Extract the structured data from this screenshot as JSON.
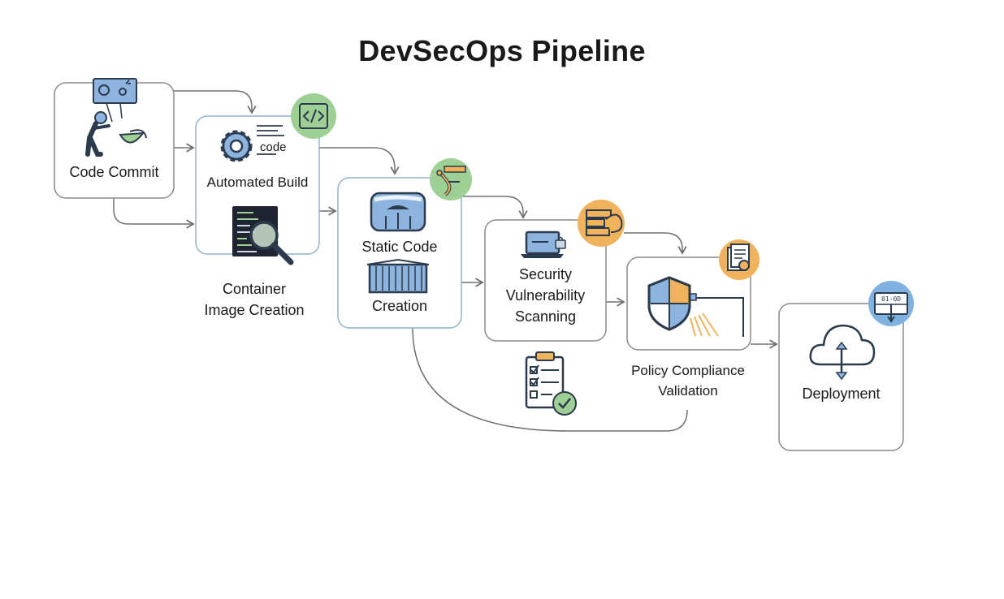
{
  "title": "DevSecOps Pipeline",
  "stages": {
    "code_commit": "Code Commit",
    "automated_build": "Automated Build",
    "container_image": [
      "Container",
      "Image Creation"
    ],
    "static_code": [
      "Static Code",
      "Creation"
    ],
    "security_scanning": [
      "Security",
      "Vulnerability",
      "Scanning"
    ],
    "policy_compliance": [
      "Policy Compliance",
      "Validation"
    ],
    "deployment": "Deployment"
  },
  "icon_text": {
    "code": "code",
    "deploy_badge": "01-0D"
  },
  "colors": {
    "box_border": "#8a8a8a",
    "active_border": "#8fb2d1",
    "icon_blue": "#8cb4de",
    "icon_dark": "#2b3a4d",
    "badge_green": "#9ecf94",
    "badge_orange": "#f0b35c",
    "badge_blue": "#7fb2e0",
    "arrow": "#707070"
  }
}
